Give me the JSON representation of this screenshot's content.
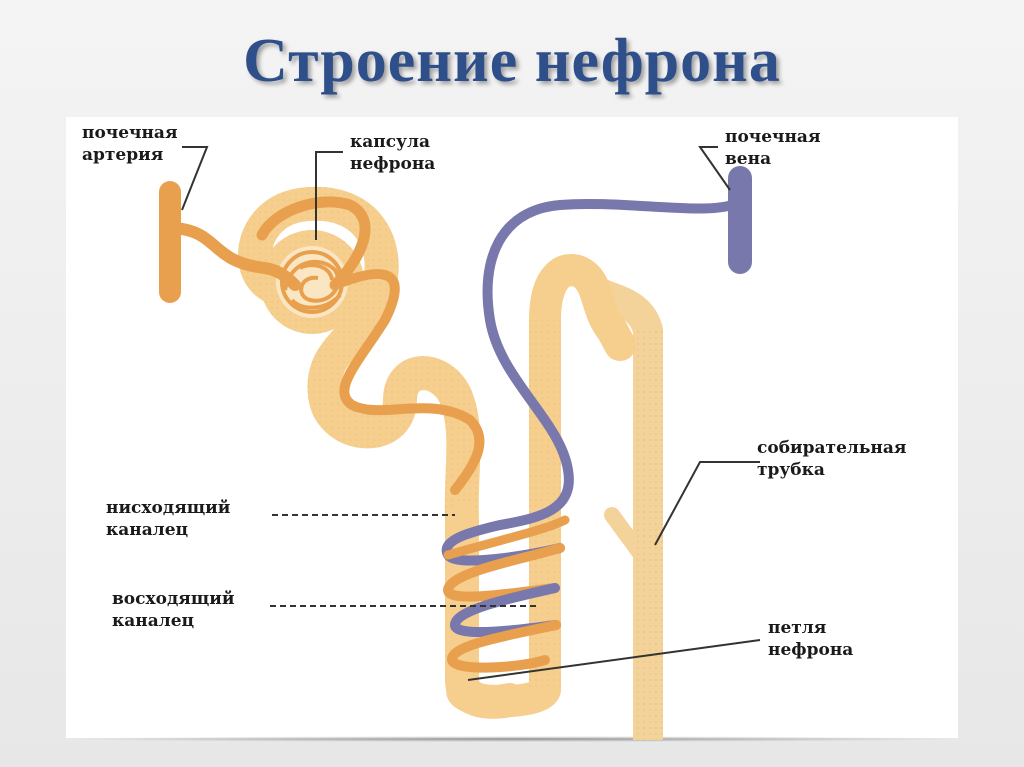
{
  "title": "Строение нефрона",
  "colors": {
    "title": "#2f4f8a",
    "tubule": "#f6cf8e",
    "artery": "#e8a04e",
    "vein": "#7878ad",
    "collecting_duct": "#f3d39a"
  },
  "labels": {
    "renal_artery": "почечная\nартерия",
    "capsule": "капсула\nнефрона",
    "renal_vein": "почечная\nвена",
    "collecting_duct": "собирательная\nтрубка",
    "descending": "нисходящий\nканалец",
    "ascending": "восходящий\nканалец",
    "loop": "петля\nнефрона"
  }
}
